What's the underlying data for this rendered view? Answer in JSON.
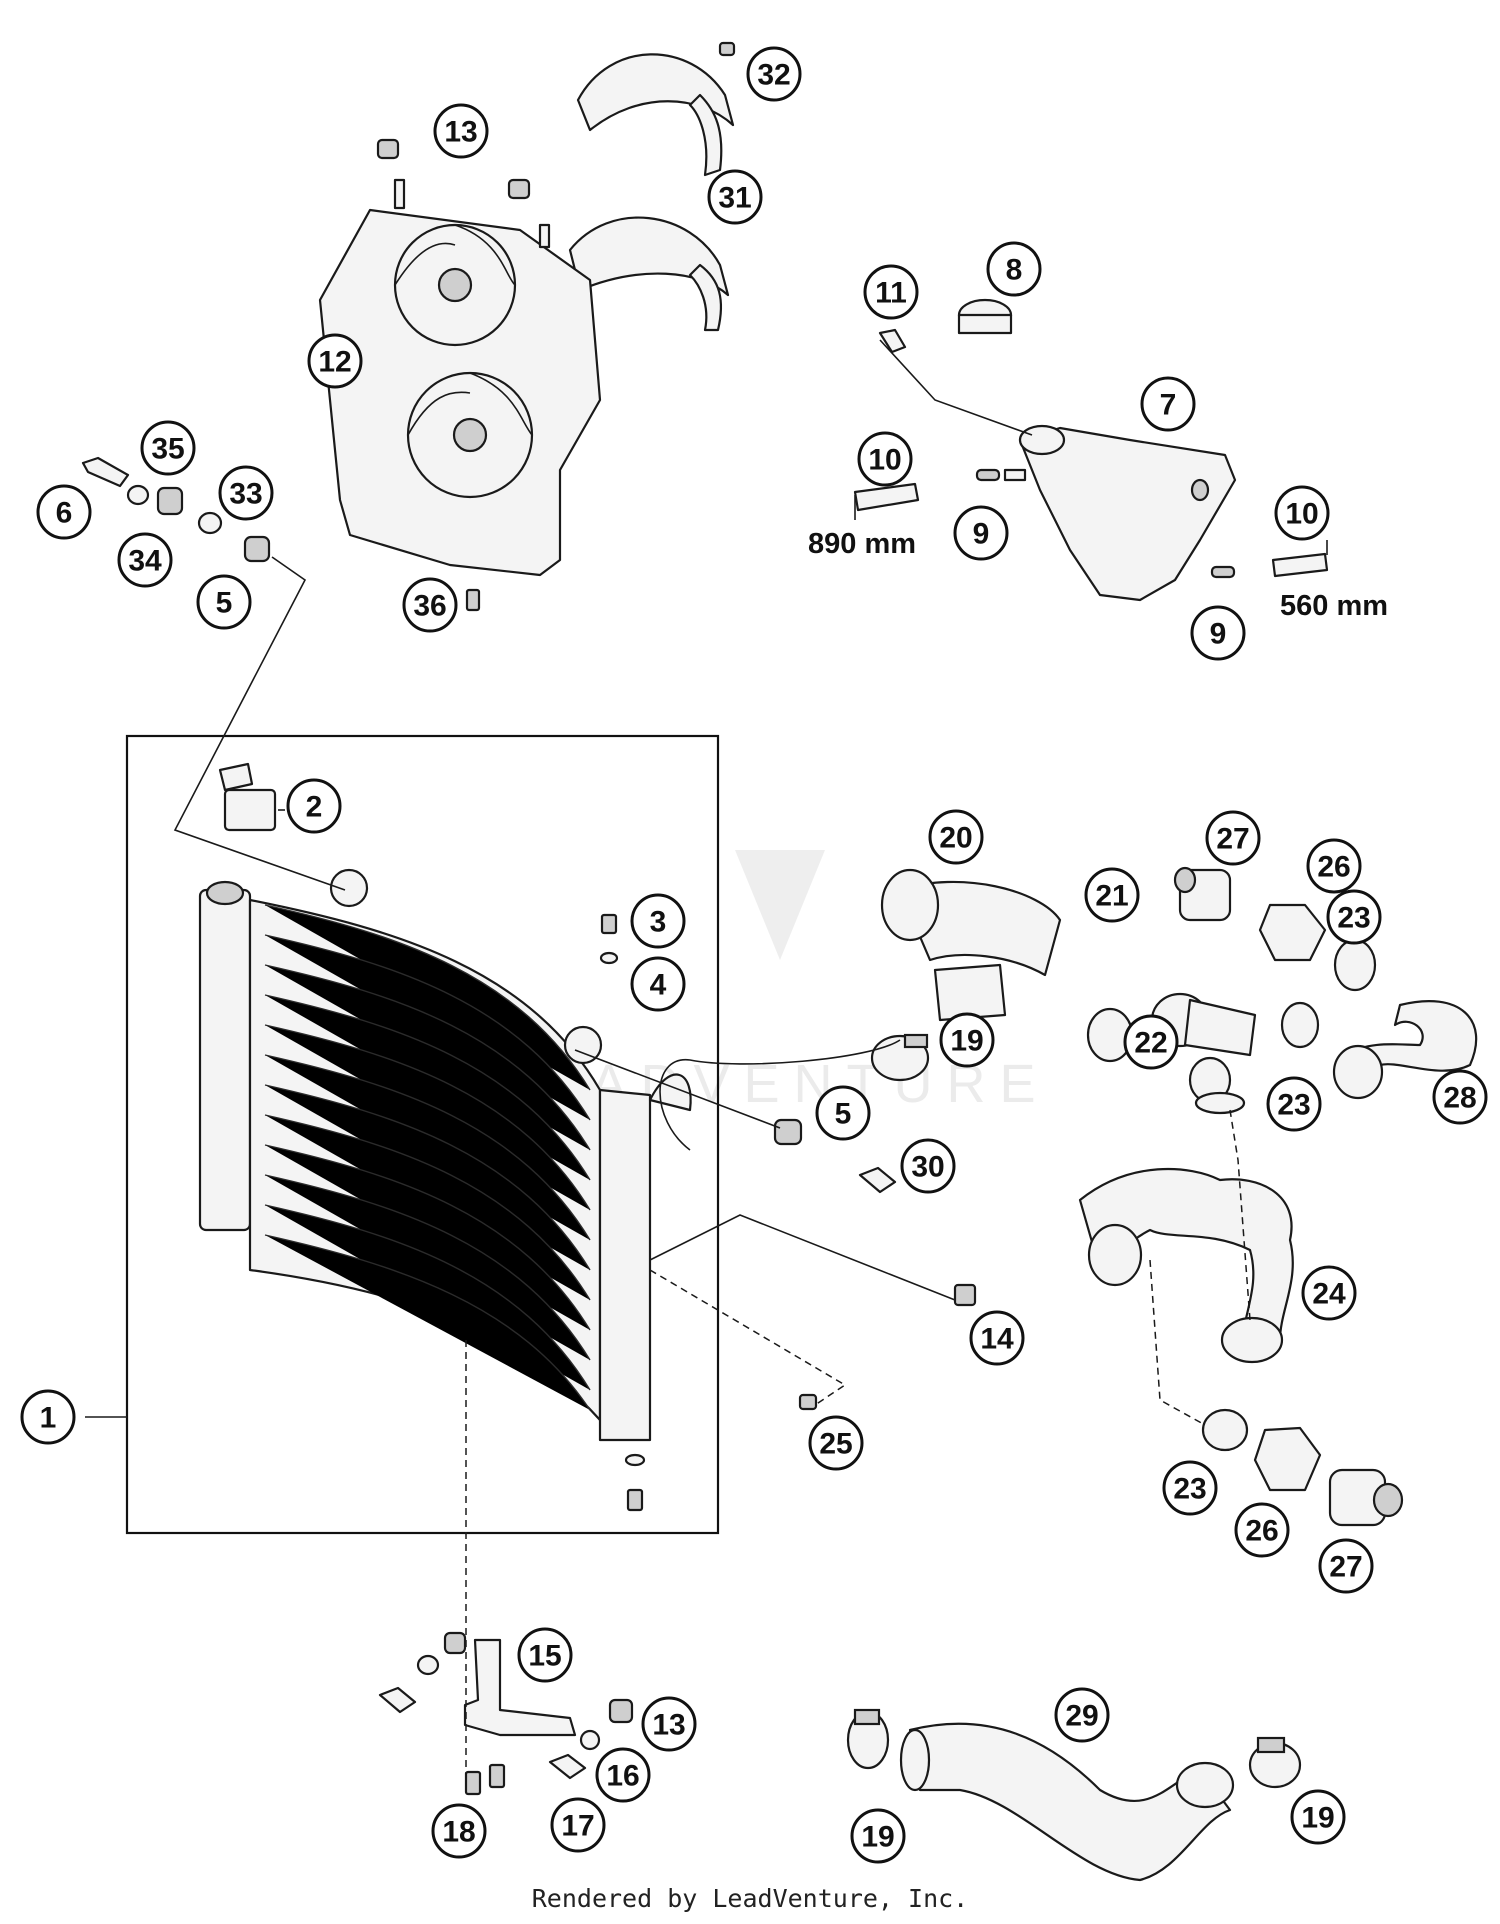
{
  "callouts": [
    {
      "label": "1"
    },
    {
      "label": "2"
    },
    {
      "label": "3"
    },
    {
      "label": "4"
    },
    {
      "label": "5"
    },
    {
      "label": "5"
    },
    {
      "label": "6"
    },
    {
      "label": "7"
    },
    {
      "label": "8"
    },
    {
      "label": "9"
    },
    {
      "label": "9"
    },
    {
      "label": "10"
    },
    {
      "label": "10"
    },
    {
      "label": "11"
    },
    {
      "label": "12"
    },
    {
      "label": "13"
    },
    {
      "label": "13"
    },
    {
      "label": "14"
    },
    {
      "label": "15"
    },
    {
      "label": "16"
    },
    {
      "label": "17"
    },
    {
      "label": "18"
    },
    {
      "label": "19"
    },
    {
      "label": "19"
    },
    {
      "label": "19"
    },
    {
      "label": "20"
    },
    {
      "label": "21"
    },
    {
      "label": "22"
    },
    {
      "label": "23"
    },
    {
      "label": "23"
    },
    {
      "label": "23"
    },
    {
      "label": "24"
    },
    {
      "label": "25"
    },
    {
      "label": "26"
    },
    {
      "label": "26"
    },
    {
      "label": "27"
    },
    {
      "label": "27"
    },
    {
      "label": "28"
    },
    {
      "label": "29"
    },
    {
      "label": "30"
    },
    {
      "label": "31"
    },
    {
      "label": "32"
    },
    {
      "label": "33"
    },
    {
      "label": "34"
    },
    {
      "label": "35"
    },
    {
      "label": "36"
    }
  ],
  "dimensions": {
    "hose_long": "890 mm",
    "hose_short": "560 mm"
  },
  "watermark": "ADVENTURE",
  "footer": "Rendered by LeadVenture, Inc."
}
